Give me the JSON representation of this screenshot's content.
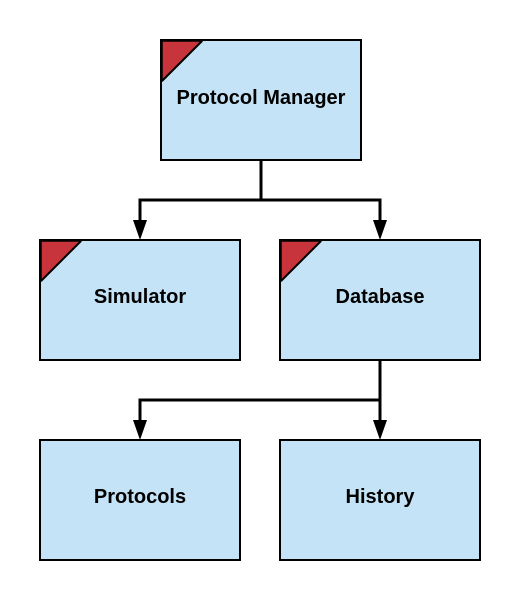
{
  "colors": {
    "node_fill": "#c5e3f6",
    "node_stroke": "#000000",
    "corner_accent": "#c8343b",
    "edge": "#000000"
  },
  "nodes": {
    "protocol_manager": {
      "label": "Protocol Manager",
      "flagged": true
    },
    "simulator": {
      "label": "Simulator",
      "flagged": true
    },
    "database": {
      "label": "Database",
      "flagged": true
    },
    "protocols": {
      "label": "Protocols",
      "flagged": false
    },
    "history": {
      "label": "History",
      "flagged": false
    }
  },
  "edges": [
    {
      "from": "protocol_manager",
      "to": "simulator"
    },
    {
      "from": "protocol_manager",
      "to": "database"
    },
    {
      "from": "database",
      "to": "protocols"
    },
    {
      "from": "database",
      "to": "history"
    }
  ]
}
